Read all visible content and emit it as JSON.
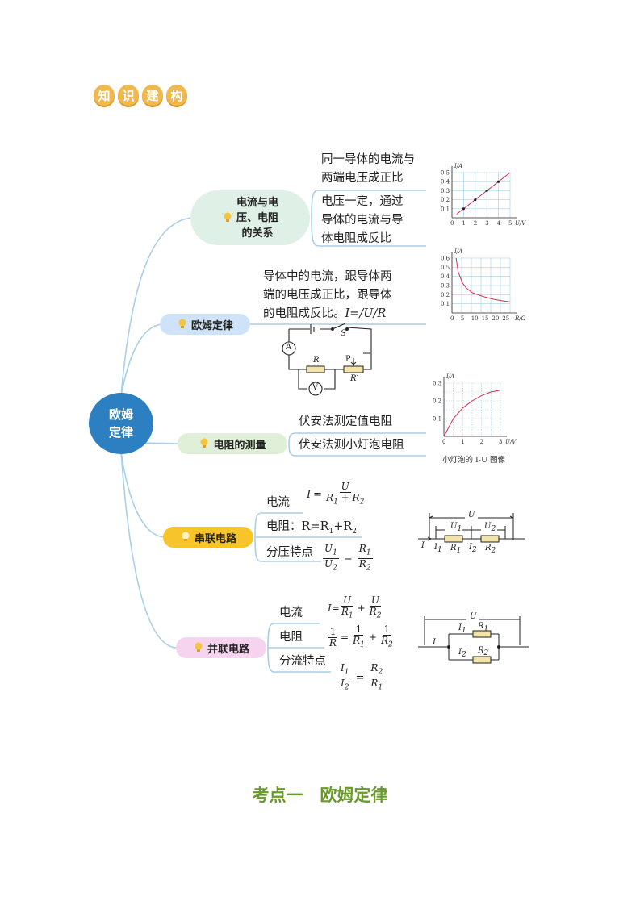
{
  "banner": {
    "chars": [
      "知",
      "识",
      "建",
      "构"
    ]
  },
  "root": {
    "label_line1": "欧姆",
    "label_line2": "定律"
  },
  "branches": {
    "b1": {
      "line1": "电流与电",
      "line2": "压、电阻",
      "line3": "的关系",
      "bg": "#dff0e6"
    },
    "b2": {
      "label": "欧姆定律",
      "bg": "#cfe3f8"
    },
    "b3": {
      "label": "电阻的测量",
      "bg": "#e0f0d8"
    },
    "b4": {
      "label": "串联电路",
      "bg": "#f7c42a"
    },
    "b5": {
      "label": "并联电路",
      "bg": "#f6d3ef"
    }
  },
  "b1_items": {
    "item1_line1": "同一导体的电流与",
    "item1_line2": "两端电压成正比",
    "item2_line1": "电压一定，通过",
    "item2_line2": "导体的电流与导",
    "item2_line3": "体电阻成反比"
  },
  "b2_text": {
    "line1": "导体中的电流，跟导体两",
    "line2": "端的电压成正比，跟导体",
    "line3": "的电阻成反比。",
    "formula": "I=/U/R"
  },
  "circuit": {
    "S": "S",
    "A": "A",
    "V": "V",
    "R": "R",
    "P": "P",
    "Rp": "R′"
  },
  "b3_items": {
    "item1": "伏安法测定值电阻",
    "item2": "伏安法测小灯泡电阻"
  },
  "b4_items": {
    "current_label": "电流",
    "current_I": "I",
    "current_eq": "=",
    "current_num": "U",
    "current_den": "R",
    "resistance": "电阻：R=R",
    "resistance_mid": "+R",
    "divide_label": "分压特点",
    "U": "U",
    "sub1": "1",
    "sub2": "2",
    "eq": "=",
    "R": "R"
  },
  "b5_items": {
    "current_label": "电流",
    "resistance_label": "电阻",
    "divide_label": "分流特点",
    "I": "I",
    "U": "U",
    "R": "R",
    "one": "1",
    "eq": "=",
    "plus": "+",
    "sub1": "1",
    "sub2": "2"
  },
  "chart1": {
    "ylabel": "I/A",
    "xlabel": "U/V",
    "yticks": [
      "0.5",
      "0.4",
      "0.3",
      "0.2",
      "0.1"
    ],
    "xticks": [
      "0",
      "1",
      "2",
      "3",
      "4",
      "5"
    ]
  },
  "chart2": {
    "ylabel": "I/A",
    "xlabel": "R/Ω",
    "yticks": [
      "0.6",
      "0.5",
      "0.4",
      "0.3",
      "0.2",
      "0.1"
    ],
    "xticks": [
      "0",
      "5",
      "10",
      "15",
      "20",
      "25"
    ]
  },
  "chart3": {
    "ylabel": "I/A",
    "xlabel": "U/V",
    "yticks": [
      "0.3",
      "0.2",
      "0.1"
    ],
    "xticks": [
      "0",
      "1",
      "2",
      "3"
    ],
    "caption": "小灯泡的 I-U 图像"
  },
  "series_diag": {
    "U": "U",
    "U1": "U",
    "U2": "U",
    "I": "I",
    "I1": "I",
    "I2": "I",
    "R1": "R",
    "R2": "R",
    "s1": "1",
    "s2": "2"
  },
  "parallel_diag": {
    "U": "U",
    "I": "I",
    "I1": "I",
    "I2": "I",
    "R1": "R",
    "R2": "R",
    "s1": "1",
    "s2": "2"
  },
  "chart_data": [
    {
      "type": "line",
      "x": [
        1,
        2,
        3,
        4
      ],
      "y": [
        0.1,
        0.2,
        0.3,
        0.4
      ],
      "ylabel": "I/A",
      "xlabel": "U/V",
      "xlim": [
        0,
        5
      ],
      "ylim": [
        0,
        0.5
      ]
    },
    {
      "type": "line",
      "x": [
        2,
        3,
        5,
        7,
        10,
        15,
        20,
        25,
        28
      ],
      "y": [
        0.6,
        0.45,
        0.33,
        0.27,
        0.22,
        0.18,
        0.15,
        0.13,
        0.12
      ],
      "ylabel": "I/A",
      "xlabel": "R/Ω",
      "xlim": [
        0,
        28
      ],
      "ylim": [
        0,
        0.6
      ]
    },
    {
      "type": "line",
      "x": [
        0,
        0.5,
        1,
        1.5,
        2,
        2.5,
        3
      ],
      "y": [
        0,
        0.1,
        0.16,
        0.2,
        0.23,
        0.25,
        0.26
      ],
      "ylabel": "I/A",
      "xlabel": "U/V",
      "xlim": [
        0,
        3
      ],
      "ylim": [
        0,
        0.3
      ]
    }
  ],
  "footer": {
    "title": "考点一　欧姆定律"
  }
}
